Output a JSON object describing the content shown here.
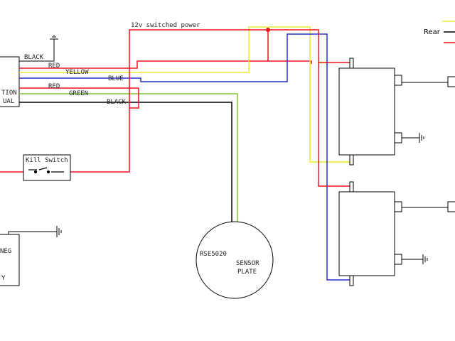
{
  "colors": {
    "red": "#e8141b",
    "yellow": "#f2ec2b",
    "blue": "#2233c8",
    "green": "#7cc83a",
    "black": "#000000"
  },
  "labels": {
    "switched_power": "12v switched power",
    "wire_black_1": "BLACK",
    "wire_red_1": "RED",
    "wire_yellow": "YELLOW",
    "wire_blue": "BLUE",
    "wire_red_2": "RED",
    "wire_green": "GREEN",
    "wire_black_2": "BLACK",
    "ignition_line1": "TION",
    "ignition_line2": "UAL",
    "kill_switch": "Kill Switch",
    "neg_line1": "NEG",
    "neg_line2": "Y",
    "sensor_id": "RSE5020",
    "sensor_line1": "SENSOR",
    "sensor_line2": "PLATE",
    "legend_rear": "Rear"
  }
}
